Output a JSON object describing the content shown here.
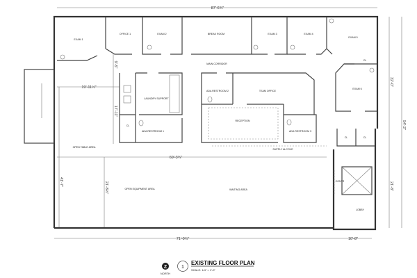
{
  "drawing": {
    "title": "EXISTING FLOOR PLAN",
    "scale": "SCALE: 1/4\" = 1'-0\"",
    "number": "1",
    "north": "NORTH"
  },
  "rooms": {
    "exam1": "EXAM 1",
    "office1": "OFFICE 1",
    "exam2": "EXAM 2",
    "break_room": "BREAK ROOM",
    "exam3": "EXAM 3",
    "exam4": "EXAM 4",
    "exam5": "EXAM 5",
    "main_corridor": "MAIN CORRIDOR",
    "laundry_support": "LAUNDRY SUPPORT",
    "ada_restroom_1": "ADA RESTROOM 1",
    "ada_restroom_2": "ADA RESTROOM 2",
    "team_office": "TEAM OFFICE",
    "reception": "RECEPTION",
    "ada_restroom_3": "ADA RESTROOM 3",
    "exam6": "EXAM 6",
    "open_table_area": "OPEN TABLE AREA",
    "open_equipment_area": "OPEN EQUIPMENT AREA",
    "waiting_area": "WAITING AREA",
    "supply_alcove": "SUPPLY ALCOVE",
    "lobby": "LOBBY",
    "contr": "CONTR",
    "cl": "CL"
  },
  "dimensions": {
    "top_overall": "87'-6¾\"",
    "left_offset": "19'-11½\"",
    "corridor_height": "9'-5\"",
    "core_height": "17'-11\"",
    "left_height": "41'-7\"",
    "open_area_height": "21'-8½\"",
    "open_area_width": "69'-3¾\"",
    "bottom_overall": "71'-0½\"",
    "lobby_width": "10'-8\"",
    "right_upper": "32'-0\"",
    "right_overall": "54'-2\"",
    "right_lower": "21'-8\""
  }
}
